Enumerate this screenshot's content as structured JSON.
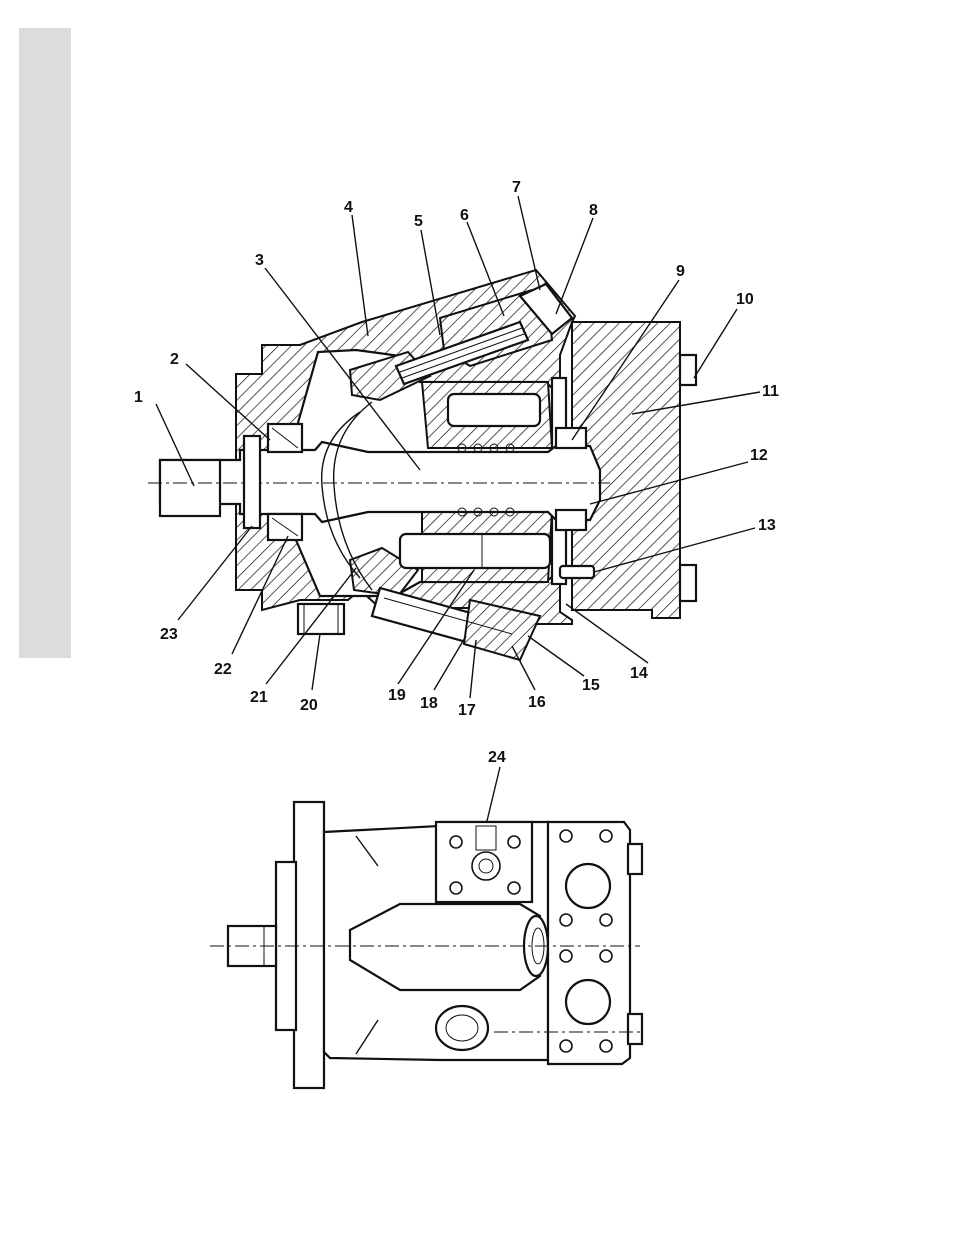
{
  "callouts": {
    "c1": "1",
    "c2": "2",
    "c3": "3",
    "c4": "4",
    "c5": "5",
    "c6": "6",
    "c7": "7",
    "c8": "8",
    "c9": "9",
    "c10": "10",
    "c11": "11",
    "c12": "12",
    "c13": "13",
    "c14": "14",
    "c15": "15",
    "c16": "16",
    "c17": "17",
    "c18": "18",
    "c19": "19",
    "c20": "20",
    "c21": "21",
    "c22": "22",
    "c23": "23",
    "c24": "24"
  },
  "colors": {
    "line": "#111111",
    "strip": "#dcdcdc",
    "paper": "#ffffff"
  }
}
